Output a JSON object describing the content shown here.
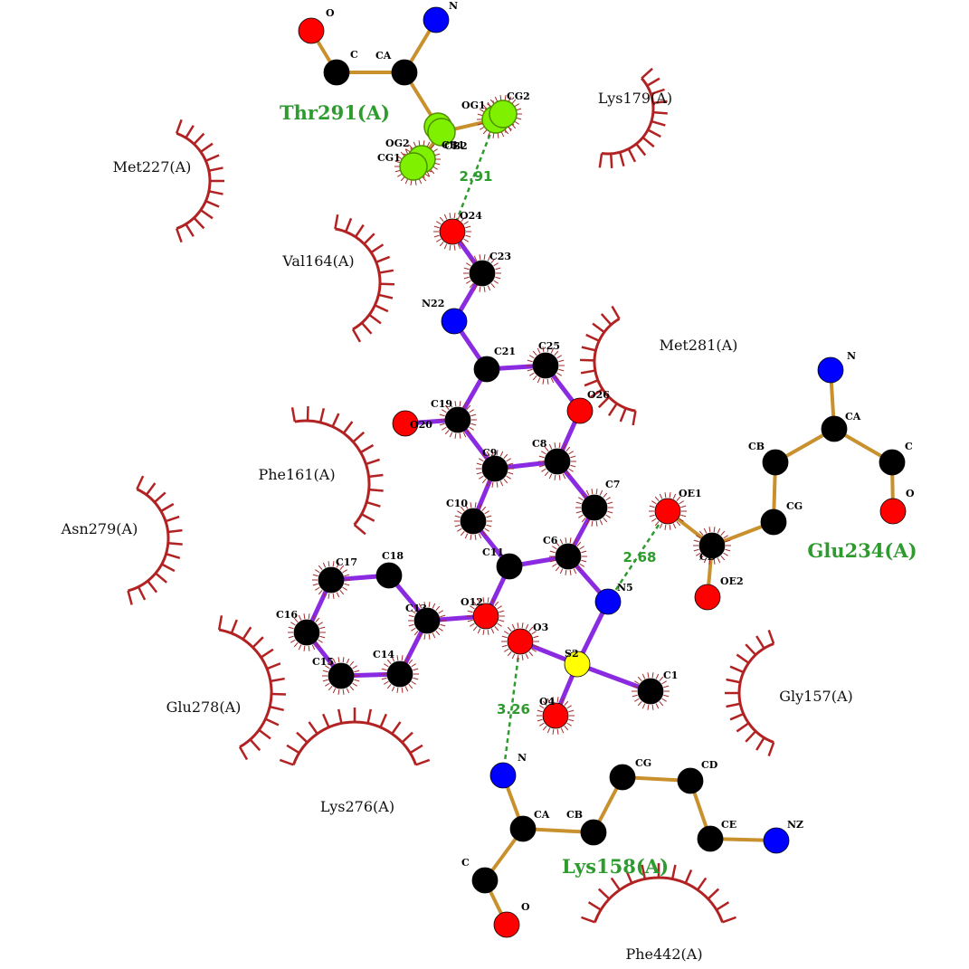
{
  "colors": {
    "ligand_bond": "#8a2be2",
    "residue_bond": "#c8912e",
    "carbon": "#000000",
    "oxygen": "#ff0000",
    "nitrogen": "#0000ff",
    "sulfur": "#ffff00",
    "thr_highlight": "#7ff000",
    "hbond": "#2e9b2e",
    "hydrophobic_arc": "#b22222",
    "hbond_residue_label": "#2e9b2e",
    "hydrophobic_residue_label": "#111111"
  },
  "ligand": {
    "atoms": [
      {
        "id": "O24",
        "label": "O24",
        "element": "O"
      },
      {
        "id": "C23",
        "label": "C23",
        "element": "C"
      },
      {
        "id": "N22",
        "label": "N22",
        "element": "N"
      },
      {
        "id": "C21",
        "label": "C21",
        "element": "C"
      },
      {
        "id": "C25",
        "label": "C25",
        "element": "C"
      },
      {
        "id": "O26",
        "label": "O26",
        "element": "O"
      },
      {
        "id": "C19",
        "label": "C19",
        "element": "C"
      },
      {
        "id": "O20",
        "label": "O20",
        "element": "O"
      },
      {
        "id": "C9",
        "label": "C9",
        "element": "C"
      },
      {
        "id": "C8",
        "label": "C8",
        "element": "C"
      },
      {
        "id": "C10",
        "label": "C10",
        "element": "C"
      },
      {
        "id": "C7",
        "label": "C7",
        "element": "C"
      },
      {
        "id": "C11",
        "label": "C11",
        "element": "C"
      },
      {
        "id": "C6",
        "label": "C6",
        "element": "C"
      },
      {
        "id": "N5",
        "label": "N5",
        "element": "N"
      },
      {
        "id": "O12",
        "label": "O12",
        "element": "O"
      },
      {
        "id": "C13",
        "label": "C13",
        "element": "C"
      },
      {
        "id": "C18",
        "label": "C18",
        "element": "C"
      },
      {
        "id": "C17",
        "label": "C17",
        "element": "C"
      },
      {
        "id": "C16",
        "label": "C16",
        "element": "C"
      },
      {
        "id": "C15",
        "label": "C15",
        "element": "C"
      },
      {
        "id": "C14",
        "label": "C14",
        "element": "C"
      },
      {
        "id": "S2",
        "label": "S2",
        "element": "S"
      },
      {
        "id": "O3",
        "label": "O3",
        "element": "O"
      },
      {
        "id": "O4",
        "label": "O4",
        "element": "O"
      },
      {
        "id": "C1",
        "label": "C1",
        "element": "C"
      }
    ]
  },
  "hbond_residues": [
    {
      "id": "Thr291",
      "name": "Thr291(A)",
      "atoms": [
        {
          "id": "thr_O",
          "label": "O",
          "element": "O"
        },
        {
          "id": "thr_C",
          "label": "C",
          "element": "C"
        },
        {
          "id": "thr_CA",
          "label": "CA",
          "element": "C"
        },
        {
          "id": "thr_N",
          "label": "N",
          "element": "N"
        },
        {
          "id": "thr_OG1",
          "label": "OG1",
          "element": "Hl"
        },
        {
          "id": "thr_CG2",
          "label": "CG2",
          "element": "Hl"
        },
        {
          "id": "thr_CB1",
          "label": "CB1",
          "element": "Hl"
        },
        {
          "id": "thr_CB2",
          "label": "CB2",
          "element": "Hl"
        },
        {
          "id": "thr_OG2",
          "label": "OG2",
          "element": "Hl"
        },
        {
          "id": "thr_CG1",
          "label": "CG1",
          "element": "Hl"
        }
      ]
    },
    {
      "id": "Glu234",
      "name": "Glu234(A)",
      "atoms": [
        {
          "id": "glu_N",
          "label": "N",
          "element": "N"
        },
        {
          "id": "glu_CA",
          "label": "CA",
          "element": "C"
        },
        {
          "id": "glu_C",
          "label": "C",
          "element": "C"
        },
        {
          "id": "glu_O",
          "label": "O",
          "element": "O"
        },
        {
          "id": "glu_CB",
          "label": "CB",
          "element": "C"
        },
        {
          "id": "glu_CG",
          "label": "CG",
          "element": "C"
        },
        {
          "id": "glu_CD",
          "label": "CD",
          "element": "C"
        },
        {
          "id": "glu_OE1",
          "label": "OE1",
          "element": "O"
        },
        {
          "id": "glu_OE2",
          "label": "OE2",
          "element": "O"
        }
      ]
    },
    {
      "id": "Lys158",
      "name": "Lys158(A)",
      "atoms": [
        {
          "id": "lys_N",
          "label": "N",
          "element": "N"
        },
        {
          "id": "lys_CA",
          "label": "CA",
          "element": "C"
        },
        {
          "id": "lys_C",
          "label": "C",
          "element": "C"
        },
        {
          "id": "lys_O",
          "label": "O",
          "element": "O"
        },
        {
          "id": "lys_CB",
          "label": "CB",
          "element": "C"
        },
        {
          "id": "lys_CG",
          "label": "CG",
          "element": "C"
        },
        {
          "id": "lys_CD",
          "label": "CD",
          "element": "C"
        },
        {
          "id": "lys_CE",
          "label": "CE",
          "element": "C"
        },
        {
          "id": "lys_NZ",
          "label": "NZ",
          "element": "N"
        }
      ]
    }
  ],
  "hydrogen_bonds": [
    {
      "from": "thr_OG1",
      "to": "O24",
      "distance": "2.91"
    },
    {
      "from": "glu_OE1",
      "to": "N5",
      "distance": "2.68"
    },
    {
      "from": "O3",
      "to": "lys_N",
      "distance": "3.26"
    }
  ],
  "hydrophobic_contacts": [
    {
      "name": "Lys179(A)"
    },
    {
      "name": "Met227(A)"
    },
    {
      "name": "Val164(A)"
    },
    {
      "name": "Met281(A)"
    },
    {
      "name": "Phe161(A)"
    },
    {
      "name": "Asn279(A)"
    },
    {
      "name": "Glu278(A)"
    },
    {
      "name": "Gly157(A)"
    },
    {
      "name": "Lys276(A)"
    },
    {
      "name": "Phe442(A)"
    }
  ]
}
